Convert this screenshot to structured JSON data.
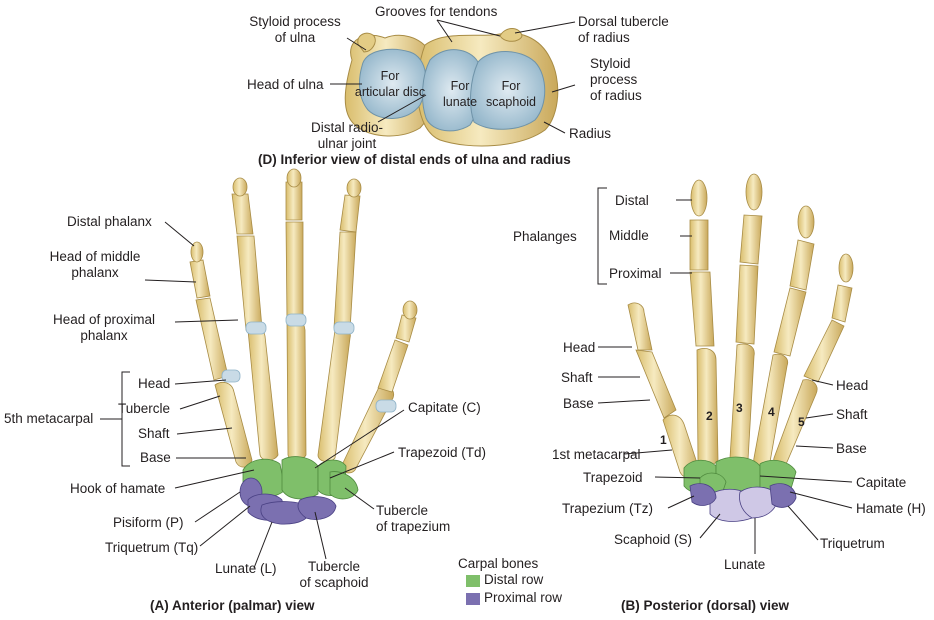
{
  "panel_d": {
    "caption": "(D) Inferior view of distal ends of ulna and radius",
    "labels": {
      "styloid_ulna": "Styloid process\nof ulna",
      "grooves": "Grooves for tendons",
      "dorsal_tubercle": "Dorsal tubercle\nof radius",
      "head_ulna": "Head of ulna",
      "for_articular_disc": "For\narticular disc",
      "for_lunate": "For\nlunate",
      "for_scaphoid": "For\nscaphoid",
      "styloid_radius": "Styloid\nprocess\nof radius",
      "distal_radioulnar": "Distal radio-\nulnar joint",
      "radius": "Radius"
    }
  },
  "panel_a": {
    "caption": "(A)  Anterior (palmar) view",
    "labels": {
      "distal_phalanx": "Distal phalanx",
      "head_middle": "Head of middle\nphalanx",
      "head_proximal": "Head of proximal\nphalanx",
      "fifth_metacarpal": "5th metacarpal",
      "head": "Head",
      "tubercle": "Tubercle",
      "shaft": "Shaft",
      "base": "Base",
      "hook_hamate": "Hook of hamate",
      "pisiform": "Pisiform (P)",
      "triquetrum": "Triquetrum (Tq)",
      "lunate": "Lunate (L)",
      "tubercle_scaphoid": "Tubercle\nof scaphoid",
      "tubercle_trapezium": "Tubercle\nof trapezium",
      "capitate": "Capitate (C)",
      "trapezoid": "Trapezoid (Td)"
    }
  },
  "panel_b": {
    "caption": "(B)  Posterior (dorsal) view",
    "labels": {
      "phalanges": "Phalanges",
      "distal": "Distal",
      "middle": "Middle",
      "proximal": "Proximal",
      "head_left": "Head",
      "shaft_left": "Shaft",
      "base_left": "Base",
      "first_metacarpal": "1st metacarpal",
      "trapezoid": "Trapezoid",
      "trapezium": "Trapezium (Tz)",
      "scaphoid": "Scaphoid (S)",
      "lunate": "Lunate",
      "triquetrum": "Triquetrum",
      "hamate": "Hamate (H)",
      "capitate": "Capitate",
      "head_right": "Head",
      "shaft_right": "Shaft",
      "base_right": "Base",
      "num1": "1",
      "num2": "2",
      "num3": "3",
      "num4": "4",
      "num5": "5"
    }
  },
  "legend": {
    "title": "Carpal bones",
    "items": [
      {
        "label": "Distal row",
        "color": "#7fbf6a"
      },
      {
        "label": "Proximal row",
        "color": "#7b70b0"
      }
    ]
  },
  "colors": {
    "bone": "#efe0a6",
    "bone_shade": "#c9ad62",
    "cartilage": "#c9dbe6",
    "articular": "#a9c8d8",
    "line": "#231f20"
  }
}
